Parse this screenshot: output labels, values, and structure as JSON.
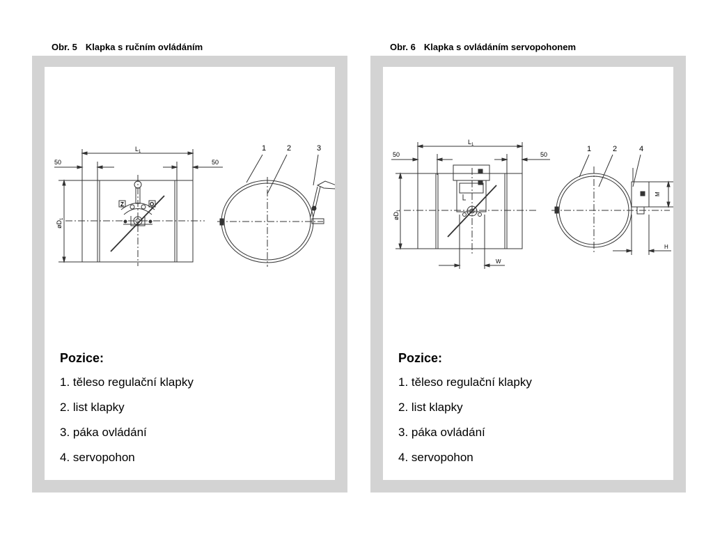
{
  "panels": [
    {
      "fig_number": "Obr. 5",
      "fig_title": "Klapka s ručním ovládáním",
      "dims": {
        "length": "L",
        "length_sub": "1",
        "left_offset": "50",
        "right_offset": "50",
        "diameter": "øD",
        "diameter_sub": "1"
      },
      "callouts": [
        "1",
        "2",
        "3"
      ],
      "handle_marks": [
        "Z",
        "O"
      ],
      "legend_title": "Pozice:",
      "legend": [
        "1. těleso regulační klapky",
        "2. list klapky",
        "3. páka ovládání",
        "4. servopohon"
      ]
    },
    {
      "fig_number": "Obr. 6",
      "fig_title": "Klapka s ovládáním servopohonem",
      "dims": {
        "length": "L",
        "length_sub": "1",
        "left_offset": "50",
        "right_offset": "50",
        "diameter": "øD",
        "diameter_sub": "1",
        "width": "W",
        "height": "M",
        "depth": "H"
      },
      "callouts": [
        "1",
        "2",
        "4"
      ],
      "legend_title": "Pozice:",
      "legend": [
        "1. těleso regulační klapky",
        "2. list klapky",
        "3. páka ovládání",
        "4. servopohon"
      ]
    }
  ],
  "colors": {
    "frame": "#d3d3d3",
    "line": "#333333"
  }
}
